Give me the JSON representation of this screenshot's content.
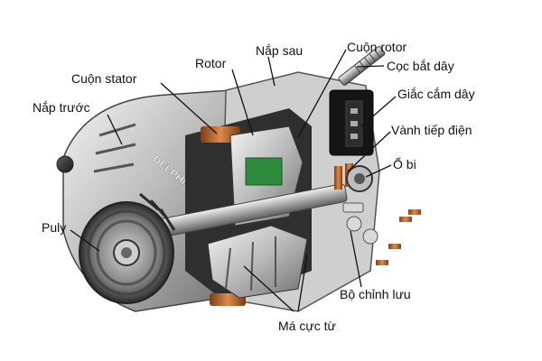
{
  "diagram": {
    "brand_text": "DELPHI",
    "labels": {
      "cuon_rotor": "Cuộn rotor",
      "nap_sau": "Nắp sau",
      "rotor": "Rotor",
      "coc_bat_day": "Cọc bắt dây",
      "cuon_stator": "Cuộn stator",
      "giac_cam_day": "Giắc cắm dây",
      "nap_truoc": "Nắp trước",
      "vanh_tiep_dien": "Vành tiếp điện",
      "o_bi": "Ổ bi",
      "puly": "Puly",
      "bo_chinh_luu": "Bộ chỉnh lưu",
      "ma_cuc_tu": "Má cực từ"
    }
  }
}
